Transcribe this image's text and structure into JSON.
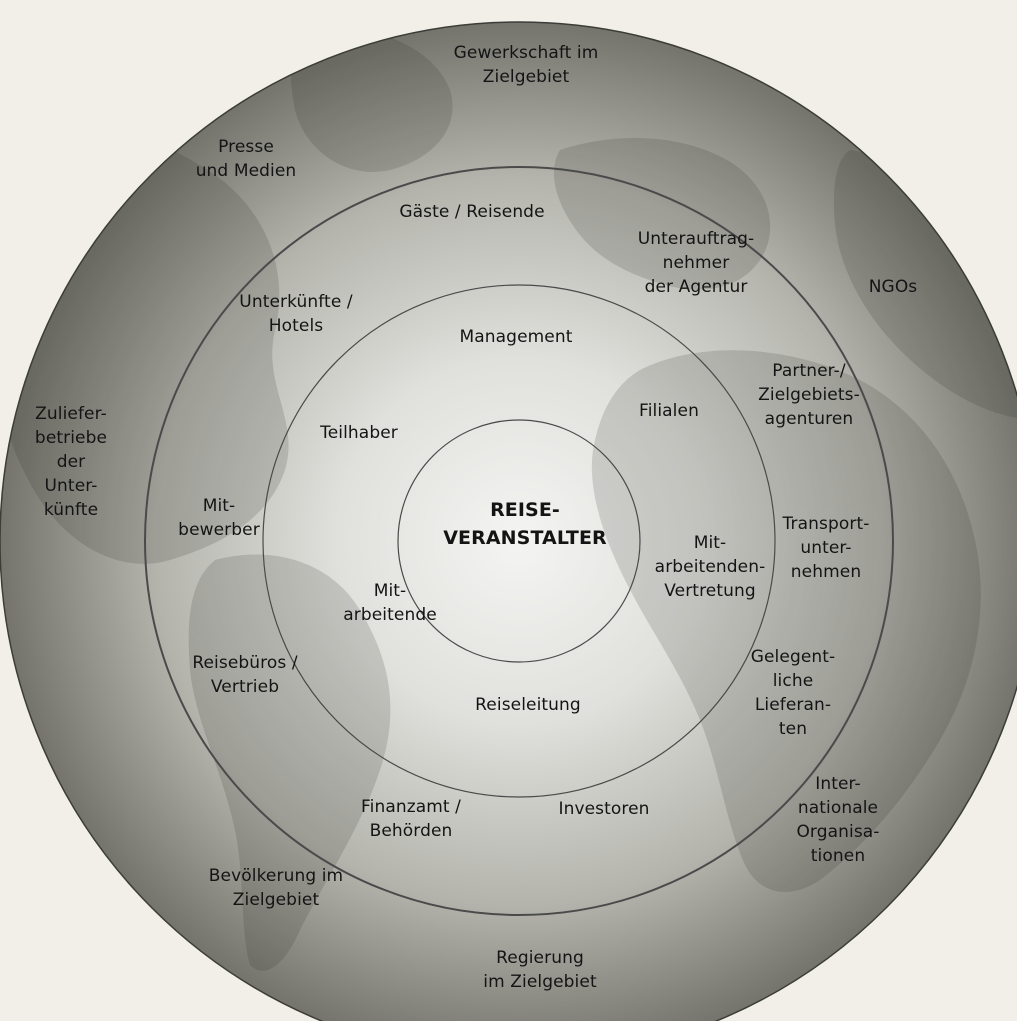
{
  "center": {
    "label": "REISE-\nVERANSTALTER"
  },
  "inner_ring": {
    "labels": {
      "management": "Management",
      "filialen": "Filialen",
      "teilhaber": "Teilhaber",
      "mitarbeitende": "Mit-\narbeitende",
      "mitarbeitendenvertretung": "Mit-\narbeitenden-\nVertretung",
      "reiseleitung": "Reiseleitung"
    }
  },
  "middle_ring": {
    "labels": {
      "gaeste": "Gäste / Reisende",
      "unterauftragnehmer": "Unterauftrag-\nnehmer\nder Agentur",
      "unterkuenfte": "Unterkünfte /\nHotels",
      "partner": "Partner-/\nZielgebiets-\nagenturen",
      "mitbewerber": "Mit-\nbewerber",
      "transport": "Transport-\nunter-\nnehmen",
      "reisebueros": "Reisebüros /\nVertrieb",
      "lieferanten": "Gelegent-\nliche\nLieferan-\nten",
      "finanzamt": "Finanzamt /\nBehörden",
      "investoren": "Investoren"
    }
  },
  "outer_ring": {
    "labels": {
      "gewerkschaft": "Gewerkschaft im\nZielgebiet",
      "presse": "Presse\nund Medien",
      "ngos": "NGOs",
      "zulieferbetriebe": "Zuliefer-\nbetriebe\nder\nUnter-\nkünfte",
      "internationale": "Inter-\nnationale\nOrganisa-\ntionen",
      "bevoelkerung": "Bevölkerung im\nZielgebiet",
      "regierung": "Regierung\nim Zielgebiet"
    }
  },
  "colors": {
    "background": "#f2efe9",
    "globe_center": "#f3f3f1",
    "globe_edge": "#6f6f68",
    "ring_line": "#4a4a4a",
    "text": "#141414"
  }
}
